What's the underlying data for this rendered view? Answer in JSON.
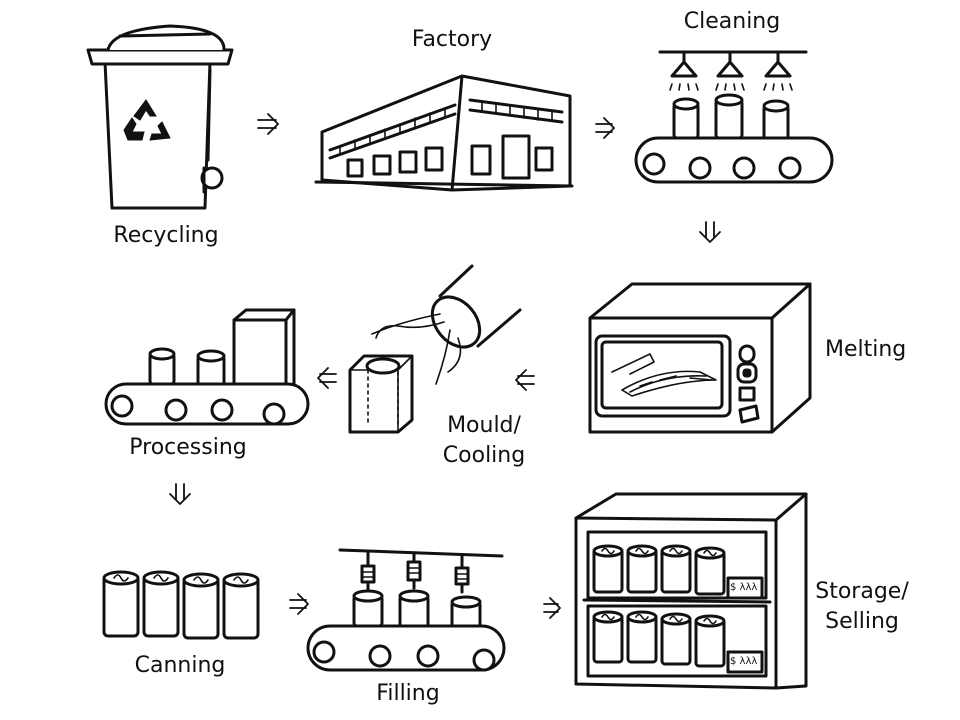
{
  "stages": {
    "recycling": "Recycling",
    "factory": "Factory",
    "cleaning": "Cleaning",
    "melting": "Melting",
    "mould_line1": "Mould/",
    "mould_line2": "Cooling",
    "processing": "Processing",
    "canning": "Canning",
    "filling": "Filling",
    "storage_line1": "Storage/",
    "storage_line2": "Selling"
  },
  "price_tag": "$ λλλ"
}
